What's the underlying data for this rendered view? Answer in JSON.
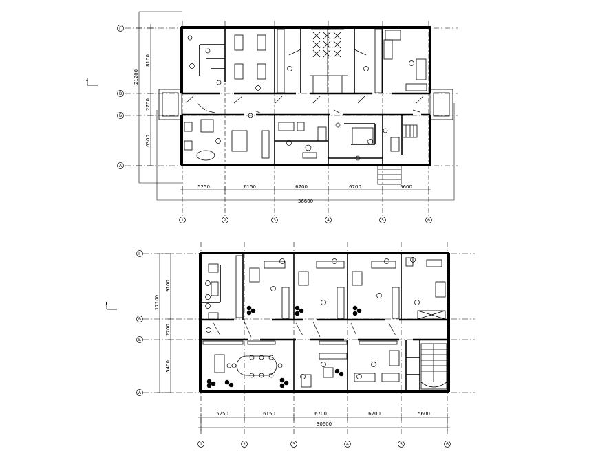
{
  "plan_upper": {
    "section_mark": "1",
    "axis_rows": [
      "Г",
      "В",
      "Б",
      "А"
    ],
    "axis_cols": [
      "1",
      "2",
      "3",
      "4",
      "5",
      "6"
    ],
    "dims_horizontal": [
      "5250",
      "6150",
      "6700",
      "6700",
      "5600"
    ],
    "dim_total": "36600",
    "dims_vertical": [
      "8100",
      "2700",
      "6300"
    ],
    "dim_vertical_total": "21200"
  },
  "plan_lower": {
    "section_mark": "1",
    "axis_rows": [
      "Г",
      "В",
      "Б",
      "А"
    ],
    "axis_cols": [
      "1",
      "2",
      "3",
      "4",
      "5",
      "6"
    ],
    "dims_horizontal": [
      "5250",
      "6150",
      "6700",
      "6700",
      "5600"
    ],
    "dim_total": "30600",
    "dims_vertical": [
      "9100",
      "2700",
      "5400"
    ],
    "dim_vertical_total": "17100"
  },
  "colors": {
    "ink": "#000000",
    "paper": "#ffffff"
  }
}
